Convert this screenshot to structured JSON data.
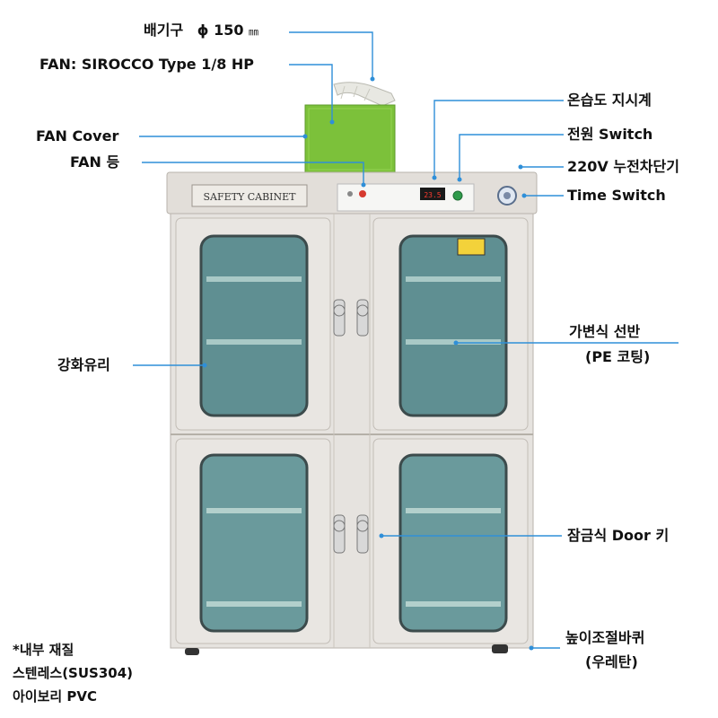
{
  "callouts": {
    "exhaust": {
      "title": "배기구",
      "size": "ϕ 150",
      "unit": "㎜"
    },
    "fan": "FAN: SIROCCO Type 1/8 HP",
    "fan_cover": "FAN Cover",
    "fan_light": "FAN 등",
    "hygrometer": "온습도 지시계",
    "power_switch": "전원 Switch",
    "breaker": "220V 누전차단기",
    "time_switch": "Time Switch",
    "glass": "강화유리",
    "shelf_line1": "가변식 선반",
    "shelf_line2": "(PE 코팅)",
    "door_key": "잠금식 Door 키",
    "wheel_line1": "높이조절바퀴",
    "wheel_line2": "(우레탄)"
  },
  "material_note": [
    "*내부 재질",
    "스텐레스(SUS304)",
    "아이보리 PVC"
  ],
  "cabinet": {
    "nameplate": "SAFETY CABINET",
    "display": "23.5"
  },
  "colors": {
    "callout_line": "#2f8fd8",
    "cabinet_body": "#e6e3df",
    "fan_cover": "#7cc13a",
    "glass": "#5f8f92"
  }
}
